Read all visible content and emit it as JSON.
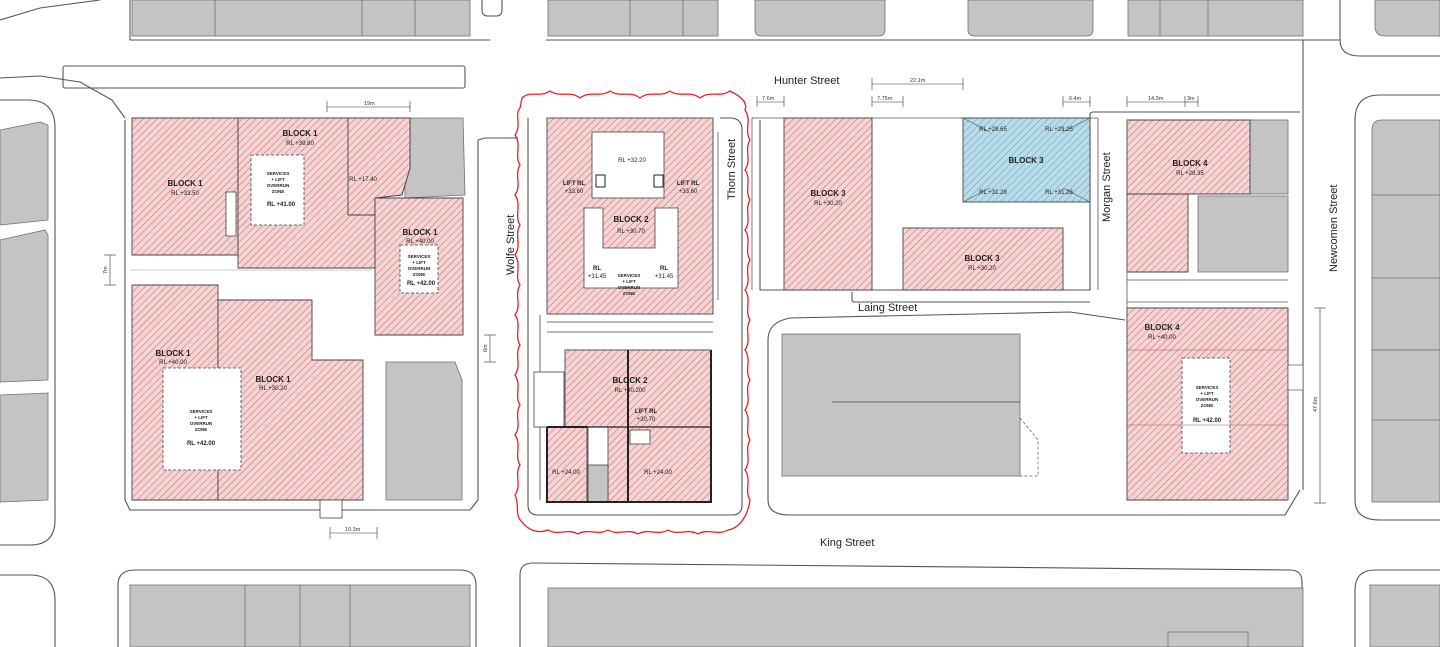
{
  "streets": {
    "hunter": "Hunter Street",
    "king": "King Street",
    "laing": "Laing Street",
    "wolfe": "Wolfe Street",
    "thorn": "Thorn Street",
    "morgan": "Morgan Street",
    "newcomen": "Newcomen Street"
  },
  "colors": {
    "proposed_hatch": "#d9595c",
    "proposed_fill": "#f3d5d5",
    "existing_building": "#c4c4c4",
    "highlight_block": "#a9d4e6",
    "site_boundary": "#e02424"
  },
  "dimensions": {
    "d19": "19m",
    "d7": "7m",
    "d103": "10.3m",
    "d6": "6m",
    "d76": "7.6m",
    "d775": "7.75m",
    "d221": "22.1m",
    "d64": "6.4m",
    "d143": "14.3m",
    "d3": "3m",
    "d476": "47.6m"
  },
  "block1": {
    "a_name": "BLOCK 1",
    "a_rl": "RL +33.50",
    "b_name": "BLOCK 1",
    "b_rl": "RL +39.80",
    "b_svc1": "SERVICES",
    "b_svc2": "+ LIFT",
    "b_svc3": "OVERRUN",
    "b_svc4": "ZONE",
    "b_svc_rl": "RL +41.00",
    "c_rl": "RL +17.40",
    "d_name": "BLOCK 1",
    "d_rl": "RL +40.00",
    "d_svc1": "SERVICES",
    "d_svc2": "+ LIFT",
    "d_svc3": "OVERRUN",
    "d_svc4": "ZONE",
    "d_svc_rl": "RL +42.00",
    "e_name": "BLOCK 1",
    "e_rl": "RL +40.00",
    "e_svc1": "SERVICES",
    "e_svc2": "+ LIFT",
    "e_svc3": "OVERRUN",
    "e_svc4": "ZONE",
    "e_svc_rl": "RL +42.00",
    "f_name": "BLOCK 1",
    "f_rl": "RL +30.20"
  },
  "block2": {
    "top_rl": "RL +32.20",
    "lift_l1": "LIFT RL",
    "lift_l2": "+33.60",
    "lift_r1": "LIFT RL",
    "lift_r2": "+33.60",
    "n_name": "BLOCK 2",
    "n_rl": "RL +30.70",
    "rl_l1": "RL",
    "rl_l2": "+31.45",
    "rl_r1": "RL",
    "rl_r2": "+31.45",
    "svc1": "SERVICES",
    "svc2": "+ LIFT",
    "svc3": "OVERRUN",
    "svc4": "ZONE",
    "s_name": "BLOCK 2",
    "s_rl": "RL +30.200",
    "s_lift1": "LIFT RL",
    "s_lift2": "+30.70",
    "s_rl_l": "RL +24.00",
    "s_rl_r": "RL +24.00"
  },
  "block3": {
    "a_name": "BLOCK 3",
    "a_rl": "RL +30.20",
    "b_name": "BLOCK 3",
    "b_rl1": "RL +28.65",
    "b_rl2": "RL +29.25",
    "b_rl3": "RL +31.28",
    "b_rl4": "RL +31.28",
    "c_name": "BLOCK 3",
    "c_rl": "RL +30.20"
  },
  "block4": {
    "a_name": "BLOCK 4",
    "a_rl": "RL +28.35",
    "b_name": "BLOCK 4",
    "b_rl": "RL +40.00",
    "svc1": "SERVICES",
    "svc2": "+ LIFT",
    "svc3": "OVERRUN",
    "svc4": "ZONE",
    "svc_rl": "RL +42.00"
  }
}
